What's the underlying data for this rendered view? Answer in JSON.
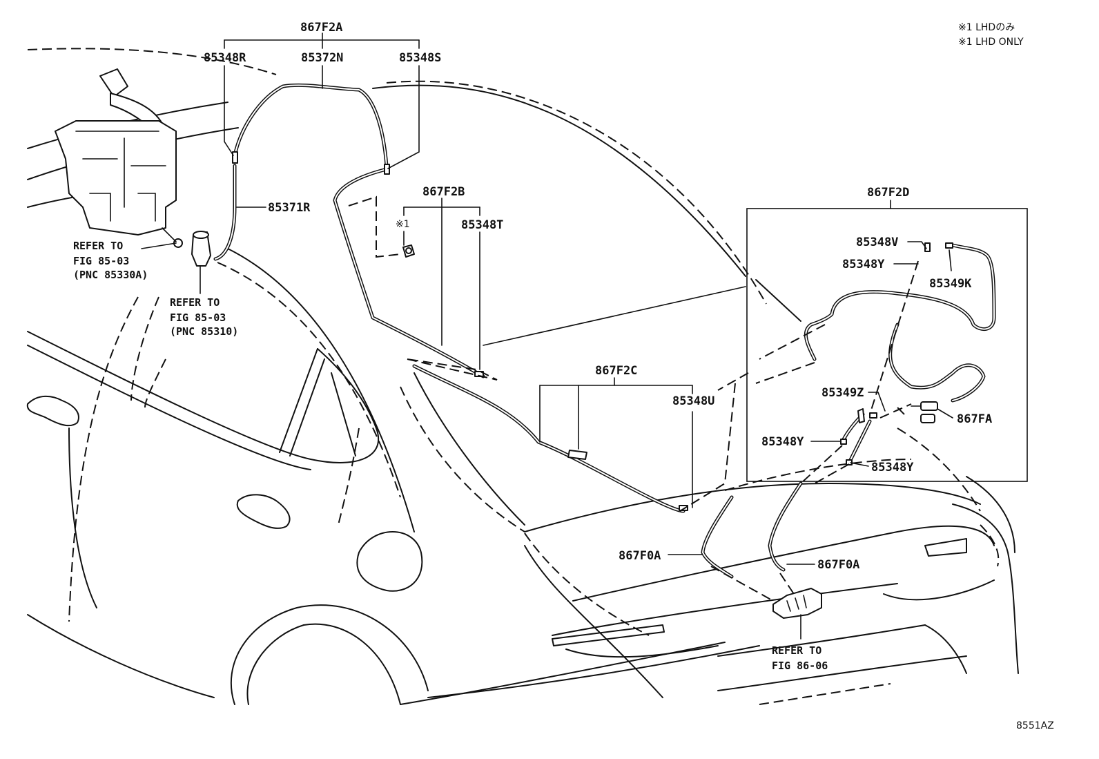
{
  "notes": {
    "line1": "※1 LHDのみ",
    "line2": "※1 LHD ONLY"
  },
  "labels": {
    "p867F2A": "867F2A",
    "p85348R": "85348R",
    "p85372N": "85372N",
    "p85348S": "85348S",
    "p85371R": "85371R",
    "p867F2B": "867F2B",
    "note1": "※1",
    "p85348T": "85348T",
    "p867F2C": "867F2C",
    "p85348U": "85348U",
    "p867F2D": "867F2D",
    "p85348V": "85348V",
    "p85348Y_a": "85348Y",
    "p85349K": "85349K",
    "p85349Z": "85349Z",
    "p867FA": "867FA",
    "p85348Y_b": "85348Y",
    "p85348Y_c": "85348Y",
    "p867F0A_a": "867F0A",
    "p867F0A_b": "867F0A",
    "diagram_id": "8551AZ"
  },
  "refs": {
    "tank": {
      "line1": "REFER TO",
      "line2": "FIG 85-03",
      "line3": "(PNC 85330A)"
    },
    "pump": {
      "line1": "REFER TO",
      "line2": "FIG 85-03",
      "line3": "(PNC 85310)"
    },
    "camera": {
      "line1": "REFER TO",
      "line2": "FIG 86-06"
    }
  }
}
